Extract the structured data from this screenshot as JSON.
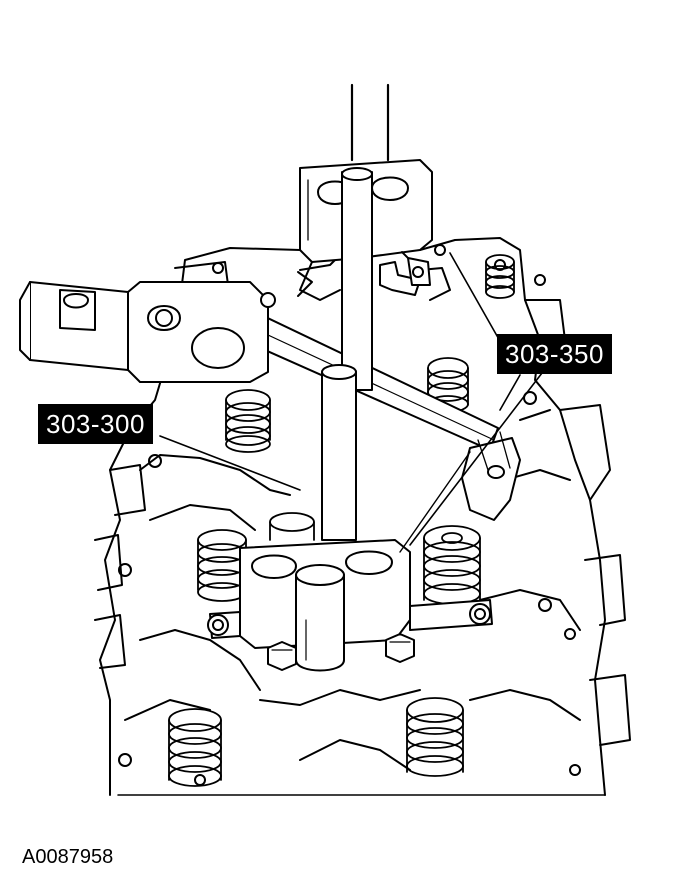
{
  "callouts": {
    "tool_a": "303-350",
    "tool_b": "303-300"
  },
  "figure_id": "A0087958",
  "colors": {
    "line": "#000000",
    "fill": "#ffffff",
    "label_bg": "#000000",
    "label_text": "#ffffff"
  }
}
